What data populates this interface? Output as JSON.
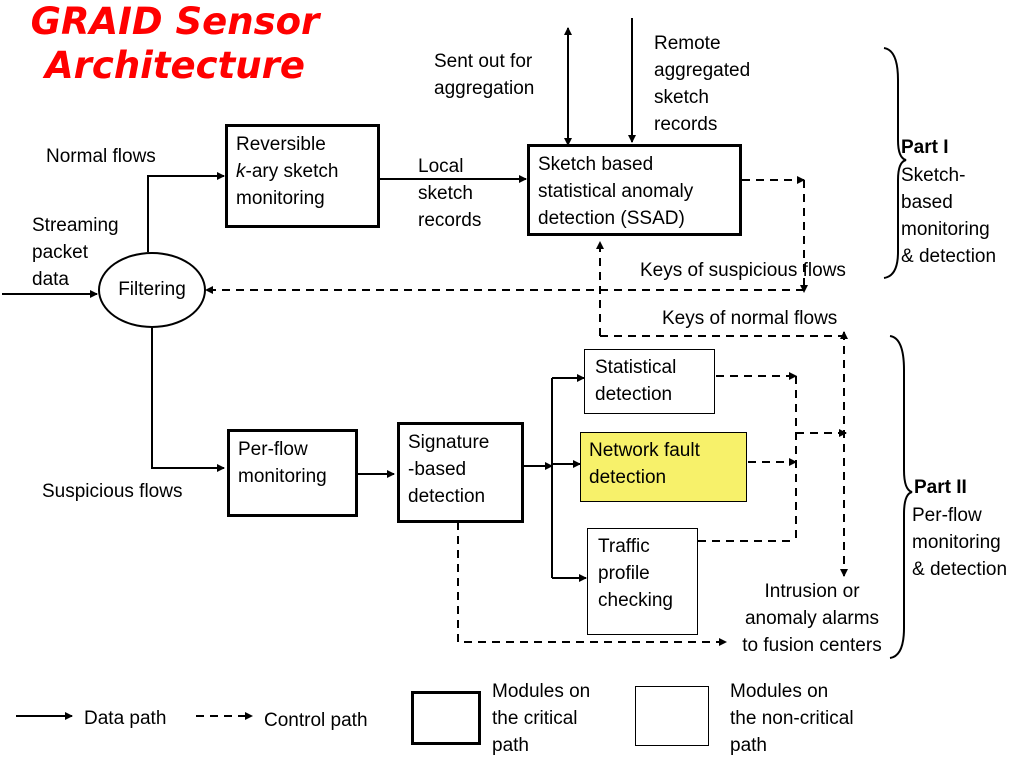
{
  "title": "GRAID Sensor\nArchitecture",
  "inputs": {
    "streaming_packet_data": "Streaming\npacket\ndata",
    "normal_flows": "Normal flows",
    "suspicious_flows": "Suspicious flows"
  },
  "nodes": {
    "filtering": "Filtering",
    "sketch_monitoring_pre": "Reversible\n",
    "sketch_monitoring_k": "k",
    "sketch_monitoring_post": "-ary sketch\nmonitoring",
    "ssad": "Sketch based\nstatistical anomaly\ndetection (SSAD)",
    "per_flow_monitoring": "Per-flow\nmonitoring",
    "signature_detection": "Signature\n-based\ndetection",
    "statistical_detection": "Statistical\ndetection",
    "network_fault_detection": "Network fault\ndetection",
    "traffic_profile_checking": "Traffic\nprofile\nchecking"
  },
  "edge_labels": {
    "local_sketch_records": "Local\nsketch\nrecords",
    "sent_out": "Sent out for\naggregation",
    "remote_records": "Remote\naggregated\nsketch\nrecords",
    "keys_suspicious": "Keys of suspicious flows",
    "keys_normal": "Keys of normal flows",
    "alarms": "Intrusion or\nanomaly alarms\nto fusion centers"
  },
  "parts": {
    "part1_title": "Part I",
    "part1_desc": "Sketch-\nbased\nmonitoring\n& detection",
    "part2_title": "Part II",
    "part2_desc": "Per-flow\nmonitoring\n& detection"
  },
  "legend": {
    "data_path": "Data path",
    "control_path": "Control path",
    "critical": "Modules on\nthe critical\npath",
    "non_critical": "Modules on\nthe non-critical\npath"
  },
  "colors": {
    "title": "#ff0000",
    "highlight": "#f7f16a",
    "line": "#000000",
    "background": "#ffffff"
  }
}
